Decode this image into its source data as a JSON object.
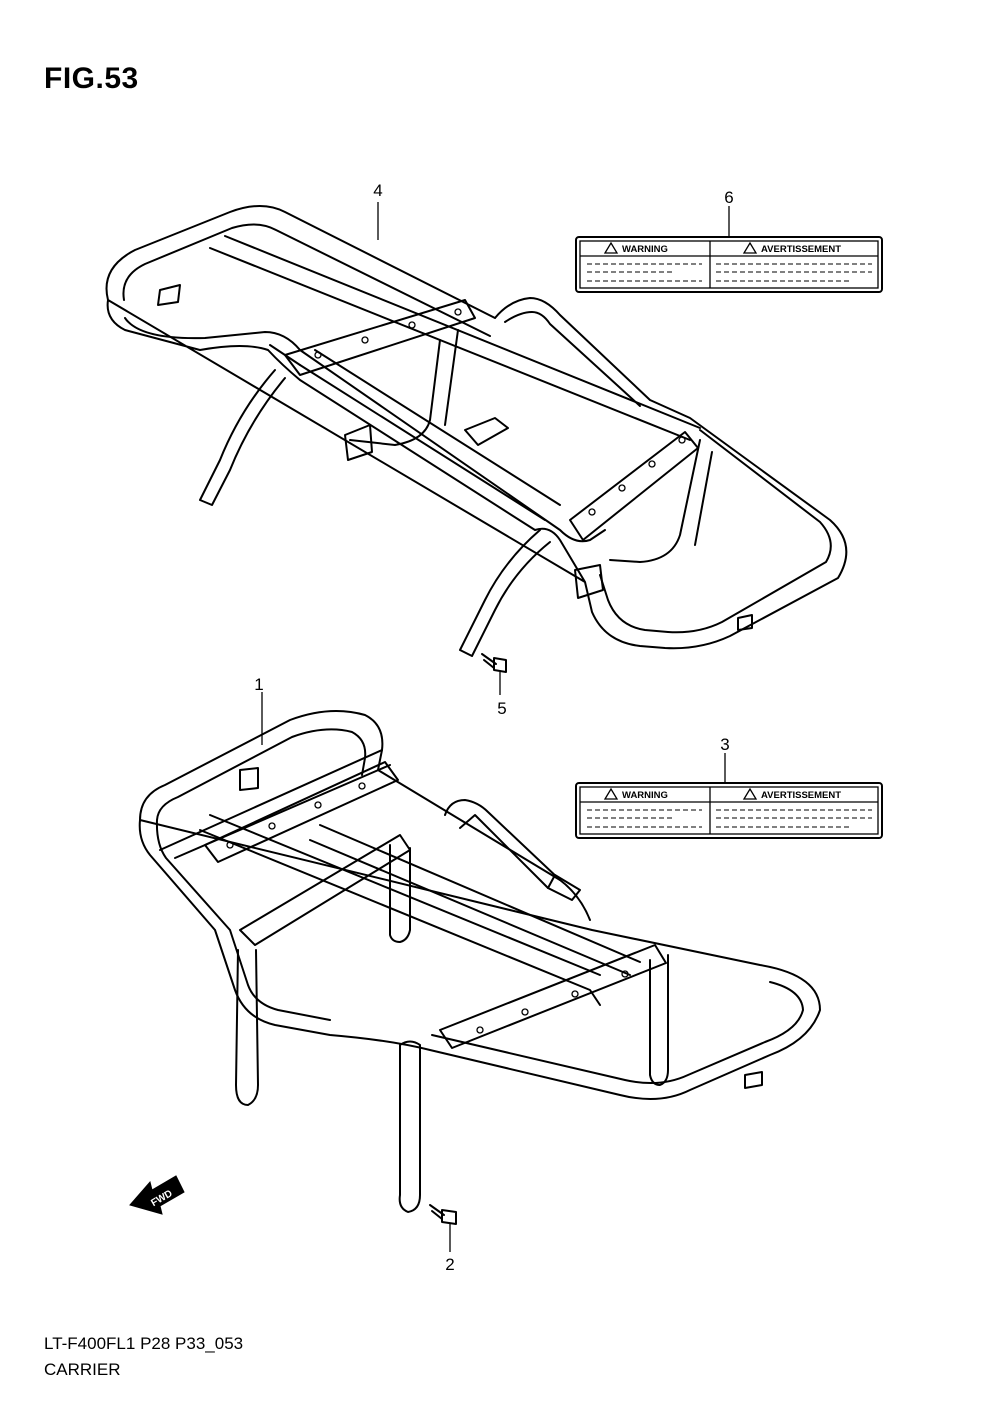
{
  "figure": {
    "title": "FIG.53"
  },
  "callouts": {
    "p1": "1",
    "p2": "2",
    "p3": "3",
    "p4": "4",
    "p5": "5",
    "p6": "6"
  },
  "labels": {
    "warning": "WARNING",
    "avertissement": "AVERTISSEMENT"
  },
  "direction": {
    "fwd": "FWD"
  },
  "footer": {
    "code": "LT-F400FL1 P28 P33_053",
    "name": "CARRIER"
  }
}
